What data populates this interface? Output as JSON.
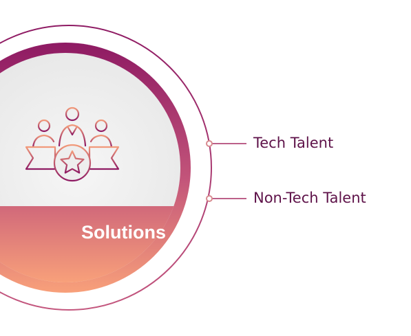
{
  "center": {
    "title": "Solutions",
    "icon": "team-award-icon"
  },
  "branches": [
    {
      "label": "Tech Talent"
    },
    {
      "label": "Non-Tech Talent"
    }
  ],
  "colors": {
    "purple": "#8e1a63",
    "peach": "#f8a07a",
    "label_text": "#5e1249",
    "inner_disc": "#eeeeee",
    "connector": "#b24a78"
  }
}
